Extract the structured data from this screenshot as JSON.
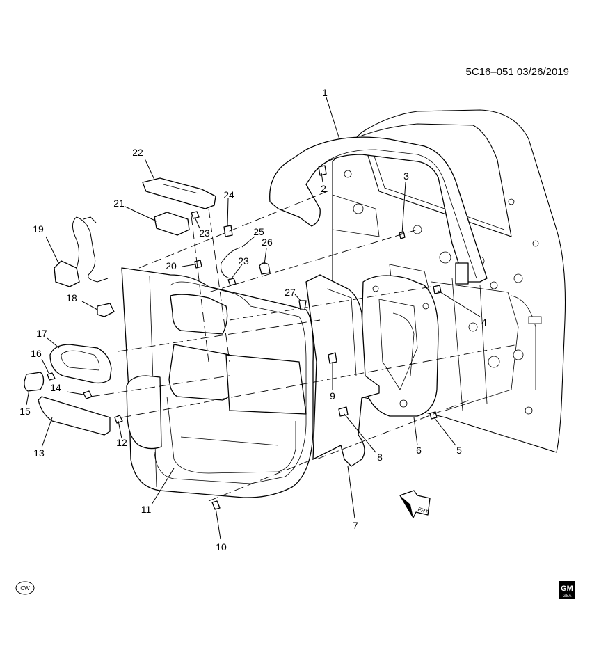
{
  "header": {
    "ref": "5C16–051  03/26/2019"
  },
  "labels": {
    "l1": "1",
    "l2": "2",
    "l3": "3",
    "l4": "4",
    "l5": "5",
    "l6": "6",
    "l7": "7",
    "l8": "8",
    "l9": "9",
    "l10": "10",
    "l11": "11",
    "l12": "12",
    "l13": "13",
    "l14": "14",
    "l15": "15",
    "l16": "16",
    "l17": "17",
    "l18": "18",
    "l19": "19",
    "l20": "20",
    "l21": "21",
    "l22": "22",
    "l23a": "23",
    "l23b": "23",
    "l24": "24",
    "l25": "25",
    "l26": "26",
    "l27": "27"
  },
  "footer": {
    "cw": "CW",
    "gm_top": "GM",
    "gm_bottom": "GSA"
  },
  "frt": "FRT"
}
